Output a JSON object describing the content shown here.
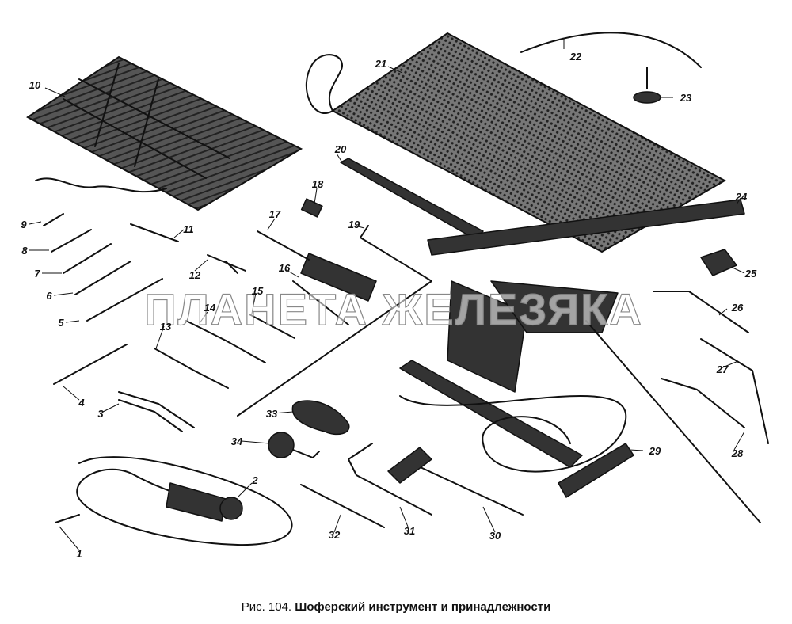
{
  "caption": {
    "prefix": "Рис. 104.",
    "title": "Шоферский инструмент и принадлежности"
  },
  "watermark": "ПЛАНЕТА ЖЕЛЕЗЯКА",
  "callouts": [
    "1",
    "2",
    "3",
    "4",
    "5",
    "6",
    "7",
    "8",
    "9",
    "10",
    "11",
    "12",
    "13",
    "14",
    "15",
    "16",
    "17",
    "18",
    "19",
    "20",
    "21",
    "22",
    "23",
    "24",
    "25",
    "26",
    "27",
    "28",
    "29",
    "30",
    "31",
    "32",
    "33",
    "34"
  ],
  "colors": {
    "ink": "#111111",
    "paper": "#ffffff",
    "watermark_outline": "#888888"
  }
}
